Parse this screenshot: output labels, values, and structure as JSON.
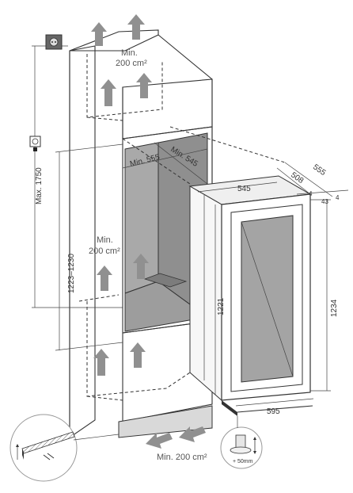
{
  "notes": {
    "top_vent": "Min.\n200 cm²",
    "side_vent": "Min.\n200 cm²",
    "bottom_vent": "Min. 200 cm²",
    "hinge_gap": "50mm"
  },
  "dimensions": {
    "max_height": "Max. 1750",
    "niche_height": "1223–1230",
    "niche_depth_1": "Min. 555",
    "niche_depth_2": "Min. 545",
    "appliance_width_top": "545",
    "appliance_depth_1": "508",
    "appliance_depth_2": "555",
    "small_4a": "4",
    "small_43": "43",
    "small_4b": "4",
    "appliance_height_side": "1221",
    "appliance_height_total": "1234",
    "appliance_width_bottom": "595"
  },
  "icons": {
    "socket": "power-socket-icon",
    "switch": "wall-switch-icon"
  }
}
